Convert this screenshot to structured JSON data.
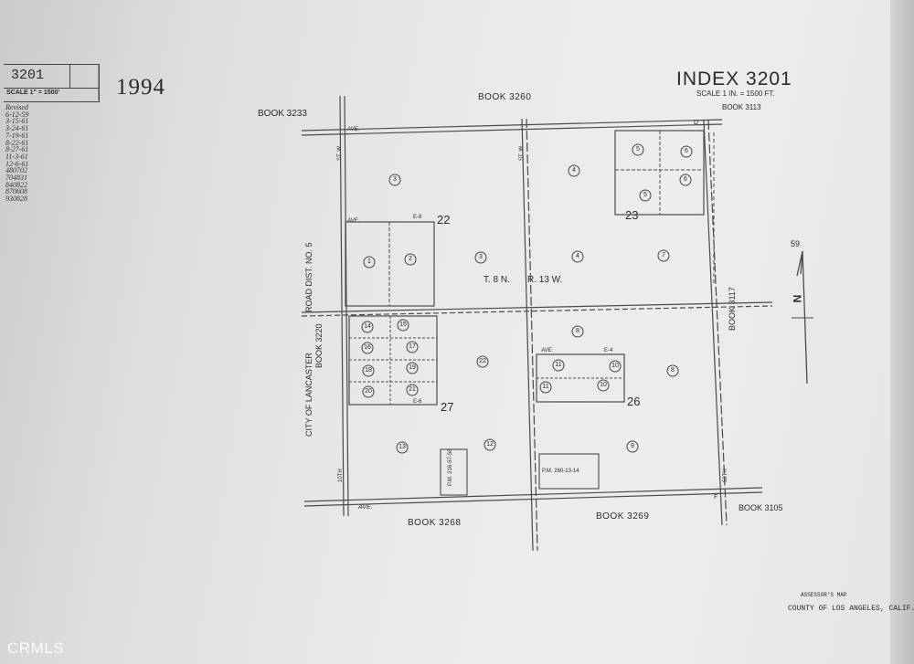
{
  "header": {
    "index_number": "3201",
    "scale_note": "SCALE 1\" = 1500'",
    "year": "1994",
    "index_title": "INDEX 3201",
    "index_scale": "SCALE 1 IN. = 1500 FT."
  },
  "revisions": {
    "label": "Revised",
    "dates": [
      "6-12-59",
      "3-15-61",
      "3-24-61",
      "7-19-61",
      "8-22-61",
      "8-27-61",
      "11-3-61",
      "12-6-61",
      "480702",
      "704831",
      "840822",
      "870608",
      "930828"
    ]
  },
  "book_labels": {
    "top_center": "BOOK 3260",
    "top_left": "BOOK 3233",
    "top_right": "BOOK 3113",
    "right": "BOOK 3117",
    "bottom_right": "BOOK 3105",
    "bottom_left": "BOOK 3268",
    "bottom_center": "BOOK 3269",
    "left_vertical": "BOOK 3220"
  },
  "side_labels": {
    "city": "CITY OF LANCASTER",
    "road_district": "ROAD DIST. NO. 5"
  },
  "township": {
    "township": "T. 8 N.",
    "range": "R. 13 W."
  },
  "sections": [
    "22",
    "23",
    "26",
    "27"
  ],
  "street_labels": {
    "ave": "AVE.",
    "st_w": "ST. W.",
    "corner_d": "D",
    "corner_f": "F",
    "tenth": "10TH",
    "fiftieth": "50TH",
    "e_8": "E-8",
    "e_6": "E-6",
    "e_4": "E-4"
  },
  "parcel_maps": {
    "pm_1": "P.M. 216-57-58",
    "pm_2": "P.M. 260-13-14"
  },
  "north_arrow": {
    "declination": "59",
    "letter": "N"
  },
  "page_numbers": {
    "sec22_left": "1",
    "sec22_mid": "2",
    "sec22_top": "3",
    "sec22_right": "3",
    "sec23_left": "4",
    "sec23_mid": "4",
    "sec23_right": "7",
    "sec23_a": "5",
    "sec23_b": "6",
    "sec23_c": "5",
    "sec23_d": "6",
    "sec27_a": "14",
    "sec27_b": "15",
    "sec27_c": "16",
    "sec27_d": "17",
    "sec27_e": "18",
    "sec27_f": "19",
    "sec27_g": "20",
    "sec27_h": "21",
    "sec27_right": "22",
    "sec27_bl": "13",
    "sec27_bm": "12",
    "sec26_top": "8",
    "sec26_right": "8",
    "sec26_bottom": "9",
    "sec26_a": "11",
    "sec26_b": "10",
    "sec26_c": "11",
    "sec26_d": "10"
  },
  "footer": {
    "map_label": "ASSESSOR'S MAP",
    "county": "COUNTY OF LOS ANGELES, CALIF.",
    "watermark": "CRMLS"
  }
}
